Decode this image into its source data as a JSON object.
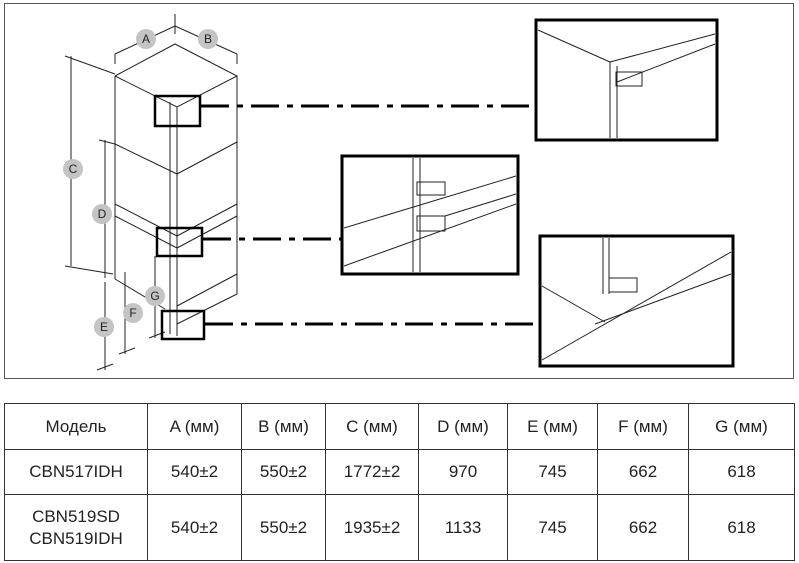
{
  "dimension_labels": [
    "A",
    "B",
    "C",
    "D",
    "E",
    "F",
    "G"
  ],
  "colors": {
    "label_circle": "#c4c4c4",
    "lines": "#222222",
    "highlight_box": "#000000"
  },
  "table": {
    "headers": [
      "Модель",
      "A (мм)",
      "B (мм)",
      "C (мм)",
      "D (мм)",
      "E (мм)",
      "F (мм)",
      "G (мм)"
    ],
    "rows": [
      {
        "model": [
          "CBN517IDH"
        ],
        "values": [
          "540±2",
          "550±2",
          "1772±2",
          "970",
          "745",
          "662",
          "618"
        ]
      },
      {
        "model": [
          "CBN519SD",
          "CBN519IDH"
        ],
        "values": [
          "540±2",
          "550±2",
          "1935±2",
          "1133",
          "745",
          "662",
          "618"
        ]
      }
    ]
  }
}
